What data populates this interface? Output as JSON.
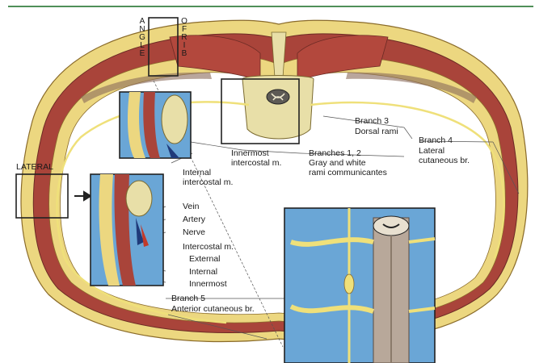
{
  "figure": {
    "vertical_labels": {
      "left": "ANGLE",
      "right": "OF RIB"
    },
    "labels": {
      "lateral": "LATERAL",
      "branch3": "Branch 3",
      "dorsal_rami": "Dorsal rami",
      "branch4": "Branch 4",
      "lateral_cutaneous_1": "Lateral",
      "lateral_cutaneous_2": "cutaneous br.",
      "innermost_intercostal_1": "Innermost",
      "innermost_intercostal_2": "intercostal m.",
      "branches12": "Branches 1, 2",
      "gray_white_rami_1": "Gray and white",
      "gray_white_rami_2": "rami communicantes",
      "internal_intercostal_1": "Internal",
      "internal_intercostal_2": "intercostal m.",
      "vein": "Vein",
      "artery": "Artery",
      "nerve": "Nerve",
      "intercostal_m": "Intercostal m.",
      "external": "External",
      "internal": "Internal",
      "innermost": "Innermost",
      "branch5": "Branch 5",
      "anterior_cutaneous": "Anterior cutaneous br."
    },
    "colors": {
      "muscle": "#a9443a",
      "fat": "#ebd77a",
      "nerve": "#efe07a",
      "bone": "#e8dfa8",
      "water": "#6aa6d6",
      "frame": "#222222"
    }
  }
}
